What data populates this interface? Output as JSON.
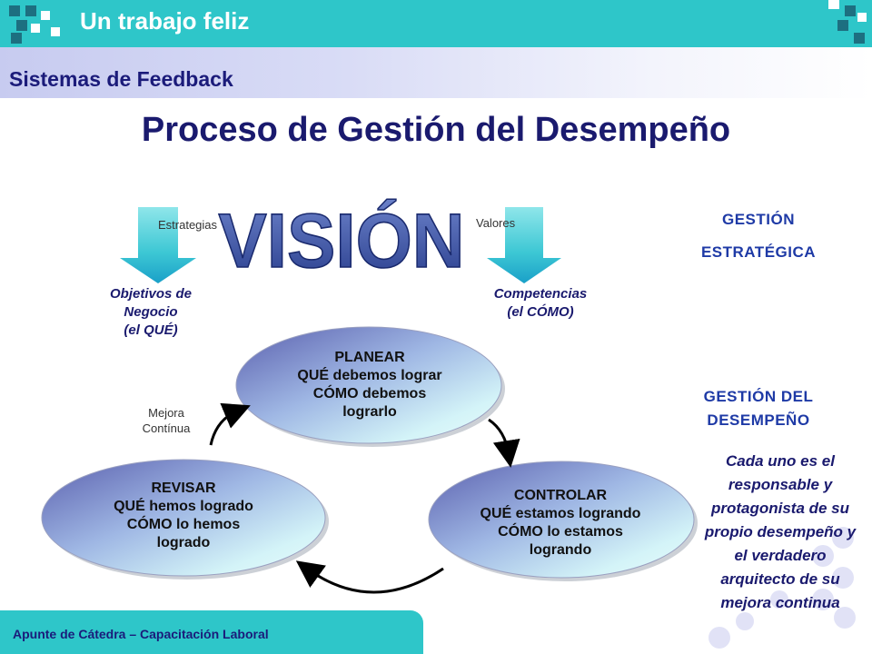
{
  "header": {
    "title": "Un trabajo feliz"
  },
  "section": {
    "title": "Sistemas de Feedback"
  },
  "slide": {
    "title": "Proceso de Gestión del Desempeño"
  },
  "vision": {
    "text": "VISIÓN"
  },
  "arrows": {
    "left_label": "Estrategias",
    "right_label": "Valores"
  },
  "outputs": {
    "left": [
      "Objetivos de",
      "Negocio",
      "(el QUÉ)"
    ],
    "right": [
      "Competencias",
      "(el CÓMO)"
    ]
  },
  "gestion_estrategica": [
    "GESTIÓN",
    "ESTRATÉGICA"
  ],
  "gestion_desempeno": [
    "GESTIÓN DEL",
    "DESEMPEÑO"
  ],
  "cycle": {
    "mejora": [
      "Mejora",
      "Contínua"
    ],
    "planear": [
      "PLANEAR",
      "QUÉ debemos lograr",
      "CÓMO debemos",
      "lograrlo"
    ],
    "controlar": [
      "CONTROLAR",
      "QUÉ estamos logrando",
      "CÓMO lo estamos",
      "logrando"
    ],
    "revisar": [
      "REVISAR",
      "QUÉ hemos logrado",
      "CÓMO lo hemos",
      "logrado"
    ]
  },
  "responsable_text": "Cada uno es el responsable y protagonista de su propio desempeño y el verdadero arquitecto de su mejora continua",
  "footer": {
    "text": "Apunte de Cátedra – Capacitación Laboral"
  },
  "colors": {
    "teal": "#2ec6c9",
    "navy": "#1a1a6e",
    "gestion_blue": "#1e3aa6"
  }
}
